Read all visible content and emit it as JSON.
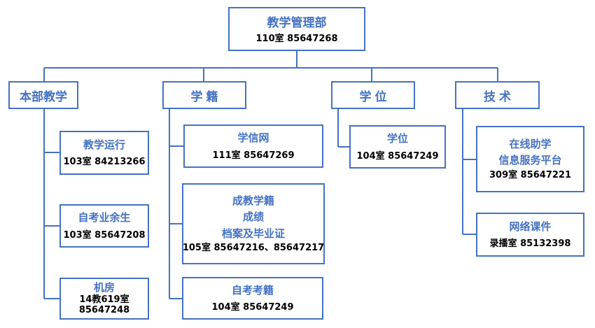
{
  "root": {
    "title": "教学管理部",
    "detail": "110室  85647268"
  },
  "departments": [
    {
      "title": "本部教学"
    },
    {
      "title": "学籍"
    },
    {
      "title": "学位"
    },
    {
      "title": "技术"
    }
  ],
  "units": {
    "jiaoxue_yunxing": {
      "title": "教学运行",
      "detail": "103室 84213266"
    },
    "zikao_yusheng": {
      "title": "自考业余生",
      "detail": "103室 85647208"
    },
    "jifang": {
      "title": "机房",
      "detail_line1": "14教619室",
      "detail_line2": "85647248"
    },
    "xuexinwang": {
      "title": "学信网",
      "detail": "111室  85647269"
    },
    "chengjiao": {
      "title_line1": "成教学籍",
      "title_line2": "成绩",
      "title_line3": "档案及毕业证",
      "detail": "105室 85647216、85647217"
    },
    "zikao_xueji": {
      "title": "自考考籍",
      "detail": "104室  85647249"
    },
    "xuewei": {
      "title": "学位",
      "detail": "104室  85647249"
    },
    "zaixian": {
      "title_line1": "在线助学",
      "title_line2": "信息服务平台",
      "detail": "309室  85647221"
    },
    "wangluo": {
      "title": "网络课件",
      "detail": "录播室  85132398"
    }
  },
  "colors": {
    "accent": "#4472c4",
    "detail_text": "#000000",
    "background": "#ffffff"
  }
}
